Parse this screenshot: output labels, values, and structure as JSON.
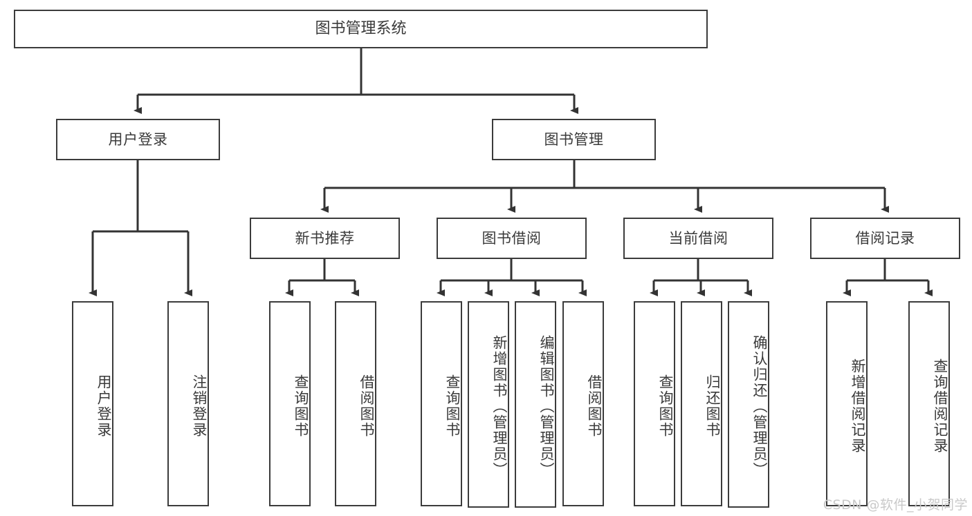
{
  "diagram": {
    "title_box": {
      "label": "图书管理系统"
    },
    "colors": {
      "box_border": "#3b3b3b",
      "box_fill": "#ffffff",
      "text": "#3a3a3a",
      "connector": "#333333",
      "watermark": "#c9c9c9",
      "page_background": "#ffffff"
    },
    "level2": [
      {
        "label": "用户登录"
      },
      {
        "label": "图书管理"
      }
    ],
    "level3": [
      {
        "label": "新书推荐"
      },
      {
        "label": "图书借阅"
      },
      {
        "label": "当前借阅"
      },
      {
        "label": "借阅记录"
      }
    ],
    "leaves": {
      "user_login": [
        {
          "label": "用户登录"
        },
        {
          "label": "注销登录"
        }
      ],
      "new_book_recommend": [
        {
          "label": "查询图书"
        },
        {
          "label": "借阅图书"
        }
      ],
      "book_borrow": [
        {
          "label": "查询图书"
        },
        {
          "label": "新增图书（管理员）"
        },
        {
          "label": "编辑图书（管理员）"
        },
        {
          "label": "借阅图书"
        }
      ],
      "current_borrow": [
        {
          "label": "查询图书"
        },
        {
          "label": "归还图书"
        },
        {
          "label": "确认归还（管理员）"
        }
      ],
      "borrow_record": [
        {
          "label": "新增借阅记录"
        },
        {
          "label": "查询借阅记录"
        }
      ]
    },
    "watermark": {
      "text": "CSDN @软件_小贺同学"
    }
  }
}
